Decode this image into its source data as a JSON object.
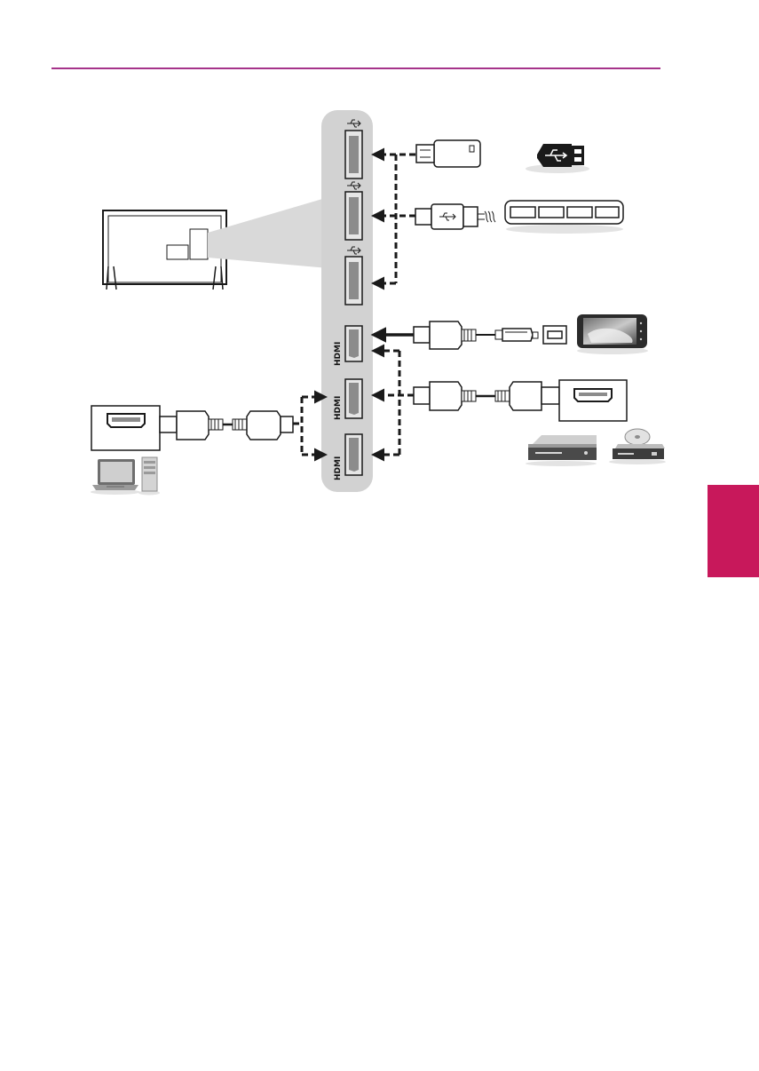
{
  "page": {
    "accent_color": "#a6338a",
    "tab_color": "#c8185b"
  },
  "panel": {
    "ports": [
      {
        "type": "usb",
        "icon": "usb-symbol-icon"
      },
      {
        "type": "usb",
        "icon": "usb-symbol-icon"
      },
      {
        "type": "usb",
        "icon": "usb-symbol-icon"
      },
      {
        "type": "hdmi",
        "label": "HDMI"
      },
      {
        "type": "hdmi",
        "label": "HDMI"
      },
      {
        "type": "hdmi",
        "label": "HDMI"
      }
    ]
  },
  "devices": {
    "usb_flash_drive": "usb-flash-drive-icon",
    "usb_hub": "usb-hub-icon",
    "smartphone": "smartphone-icon",
    "dvd_player": "dvd-player-icon",
    "disc_player": "disc-player-icon",
    "laptop": "laptop-icon",
    "desktop_tower": "desktop-tower-icon",
    "tv_rear": "tv-rear-icon"
  }
}
